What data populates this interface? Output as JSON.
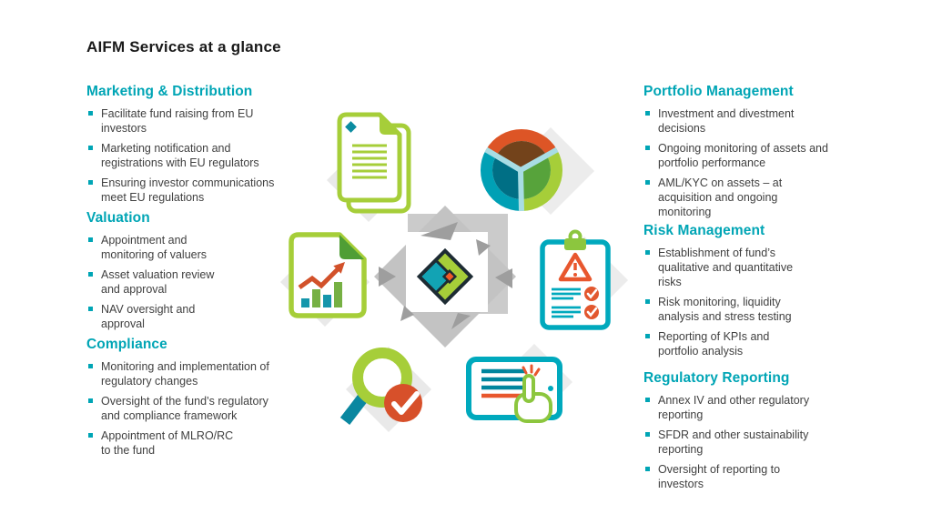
{
  "page_title": "AIFM Services at a glance",
  "colors": {
    "heading_teal": "#00a5b5",
    "bullet_teal": "#00a5b5",
    "body_text": "#404040",
    "title_text": "#1a1a1a",
    "lime_green": "#a6ce39",
    "teal_icon": "#0c93a8",
    "orange_red": "#e2572e",
    "brown": "#73431b",
    "dark_navy": "#1d2b33",
    "backdrop_gray": "#e9e9e9",
    "star_gray": "#c6c6c6"
  },
  "sections": {
    "left": [
      {
        "heading": "Marketing & Distribution",
        "items": [
          "Facilitate fund raising from EU\ninvestors",
          "Marketing notification and\nregistrations with EU regulators",
          "Ensuring investor communications\nmeet EU regulations"
        ]
      },
      {
        "heading": "Valuation",
        "items": [
          "Appointment and\nmonitoring of valuers",
          "Asset valuation review\nand approval",
          "NAV oversight and\napproval"
        ]
      },
      {
        "heading": "Compliance",
        "items": [
          "Monitoring and implementation of\nregulatory changes",
          "Oversight of the fund’s regulatory\nand compliance framework",
          "Appointment of MLRO/RC\nto the fund"
        ]
      }
    ],
    "right": [
      {
        "heading": "Portfolio Management",
        "items": [
          "Investment and divestment\ndecisions",
          "Ongoing monitoring of assets and\nportfolio performance",
          "AML/KYC on assets – at\nacquisition and ongoing\nmonitoring"
        ]
      },
      {
        "heading": "Risk Management",
        "items": [
          "Establishment of fund’s\nqualitative and quantitative\nrisks",
          "Risk monitoring, liquidity\nanalysis and stress testing",
          "Reporting of KPIs and\nportfolio analysis"
        ]
      },
      {
        "heading": "Regulatory Reporting",
        "items": [
          "Annex IV and other regulatory\nreporting",
          "SFDR and other sustainability\nreporting",
          "Oversight of reporting to\ninvestors"
        ]
      }
    ]
  },
  "diagram": {
    "center_logo": "diamond-logo",
    "icons": [
      {
        "name": "marketing-documents-icon",
        "represents": "Marketing & Distribution"
      },
      {
        "name": "portfolio-pie-chart-icon",
        "represents": "Portfolio Management"
      },
      {
        "name": "valuation-growth-chart-icon",
        "represents": "Valuation"
      },
      {
        "name": "risk-clipboard-icon",
        "represents": "Risk Management"
      },
      {
        "name": "compliance-magnifier-icon",
        "represents": "Compliance"
      },
      {
        "name": "reporting-tablet-icon",
        "represents": "Regulatory Reporting"
      }
    ]
  }
}
